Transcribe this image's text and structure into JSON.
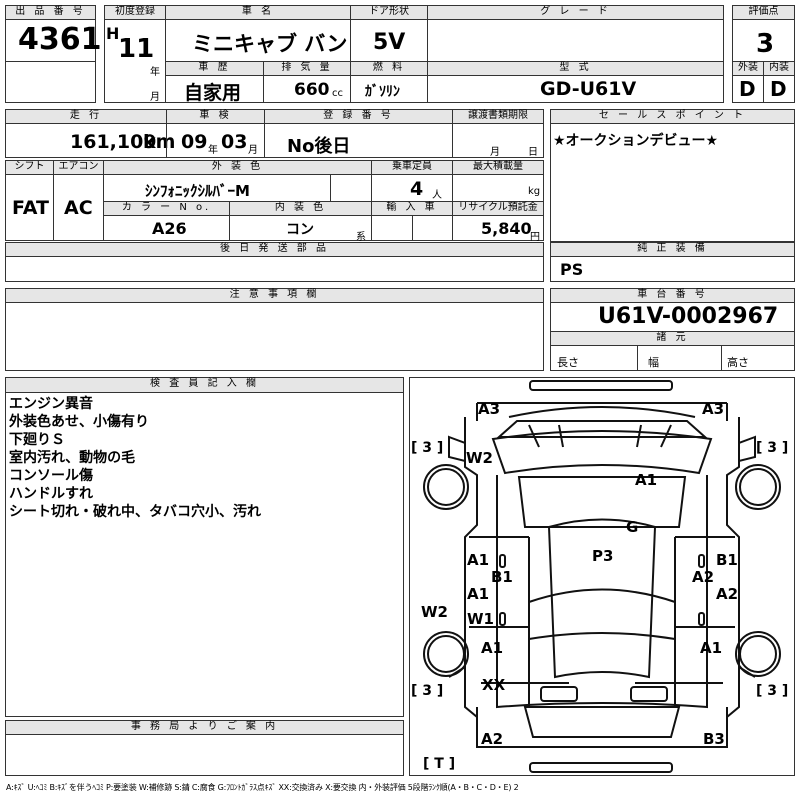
{
  "headers": {
    "lot_no": "出 品 番 号",
    "first_reg": "初度登録",
    "car_name": "車 名",
    "door": "ドア形状",
    "grade": "グ レ ー ド",
    "score": "評価点",
    "history": "車 歴",
    "displacement": "排 気 量",
    "fuel": "燃 料",
    "model": "型 式",
    "exterior": "外装",
    "interior": "内装",
    "mileage": "走 行",
    "inspection": "車 検",
    "plate": "登 録 番 号",
    "transfer_docs": "譲渡書類期限",
    "sales_point": "セ ー ル ス ポ イ ン ト",
    "shift": "シフト",
    "aircon": "エアコン",
    "ext_color": "外 装 色",
    "capacity": "乗車定員",
    "max_load": "最大積載量",
    "color_no": "カ ラ ー N o.",
    "int_color": "内 装 色",
    "import": "輸 入 車",
    "recycle": "リサイクル預託金",
    "later_parts": "後 日 発 送 部 品",
    "genuine_equipment": "純 正 装 備",
    "notes": "注 意 事 項 欄",
    "chassis": "車 台 番 号",
    "dims": "諸 元",
    "inspector": "検 査 員 記 入 欄",
    "office": "事 務 局 よ り ご 案 内"
  },
  "lot_no": "4361",
  "era": "H",
  "year": "11",
  "year_unit": "年",
  "month_unit": "月",
  "car_name": "ミニキャブ バン",
  "door": "5V",
  "grade": "",
  "score": "3",
  "history": "自家用",
  "displacement": "660",
  "displacement_unit": "cc",
  "fuel": "ｶﾞｿﾘﾝ",
  "model": "GD-U61V",
  "exterior_grade": "D",
  "interior_grade": "D",
  "mileage": "161,109",
  "mileage_unit": "km",
  "inspection_year": "09",
  "inspection_month": "03",
  "plate": "No後日",
  "doc_month": "月",
  "doc_day": "日",
  "sales_point": "★オークションデビュー★",
  "shift": "FAT",
  "aircon": "AC",
  "ext_color": "ｼﾝﾌｫﾆｯｸｼﾙﾊﾞｰM",
  "capacity": "4",
  "capacity_unit": "人",
  "max_load_unit": "kg",
  "color_no": "A26",
  "int_color": "コン",
  "int_color_suffix": "系",
  "recycle": "5,840",
  "recycle_unit": "円",
  "genuine_equipment": "PS",
  "chassis": "U61V-0002967",
  "dim_length": "長さ",
  "dim_width": "幅",
  "dim_height": "高さ",
  "inspector_notes": [
    "エンジン異音",
    "外装色あせ、小傷有り",
    "下廻りＳ",
    "室内汚れ、動物の毛",
    "コンソール傷",
    "ハンドルすれ",
    "シート切れ・破れ中、タバコ穴小、汚れ"
  ],
  "diagram_marks": {
    "front_left": "A3",
    "front_right": "A3",
    "tire_fl": "[ 3 ]",
    "tire_fr": "[ 3 ]",
    "tire_rl": "[ 3 ]",
    "tire_rr": "[ 3 ]",
    "spare": "[ T ]",
    "fender_l": "W2",
    "roof": "A1",
    "windshield": "G",
    "floor": "P3",
    "door_l1": "A1",
    "door_l1b": "B1",
    "door_l2": "A1",
    "door_l2w": "W1",
    "door_r1": "B1",
    "door_r1b": "A2",
    "door_r2": "A2",
    "side_l": "W2",
    "quarter_l": "A1",
    "quarter_r": "A1",
    "tail_l": "XX",
    "rear_l": "A2",
    "rear_r": "B3"
  },
  "legend": "A:ｷｽﾞ U:ﾍｺﾐ B:ｷｽﾞを伴うﾍｺﾐ P:要塗装 W:補修跡 S:錆 C:腐食 G:ﾌﾛﾝﾄｶﾞﾗｽ点ｷｽﾞ XX:交換済み X:要交換  内・外装評価 5段階ﾗﾝｸ順(A・B・C・D・E) 2"
}
